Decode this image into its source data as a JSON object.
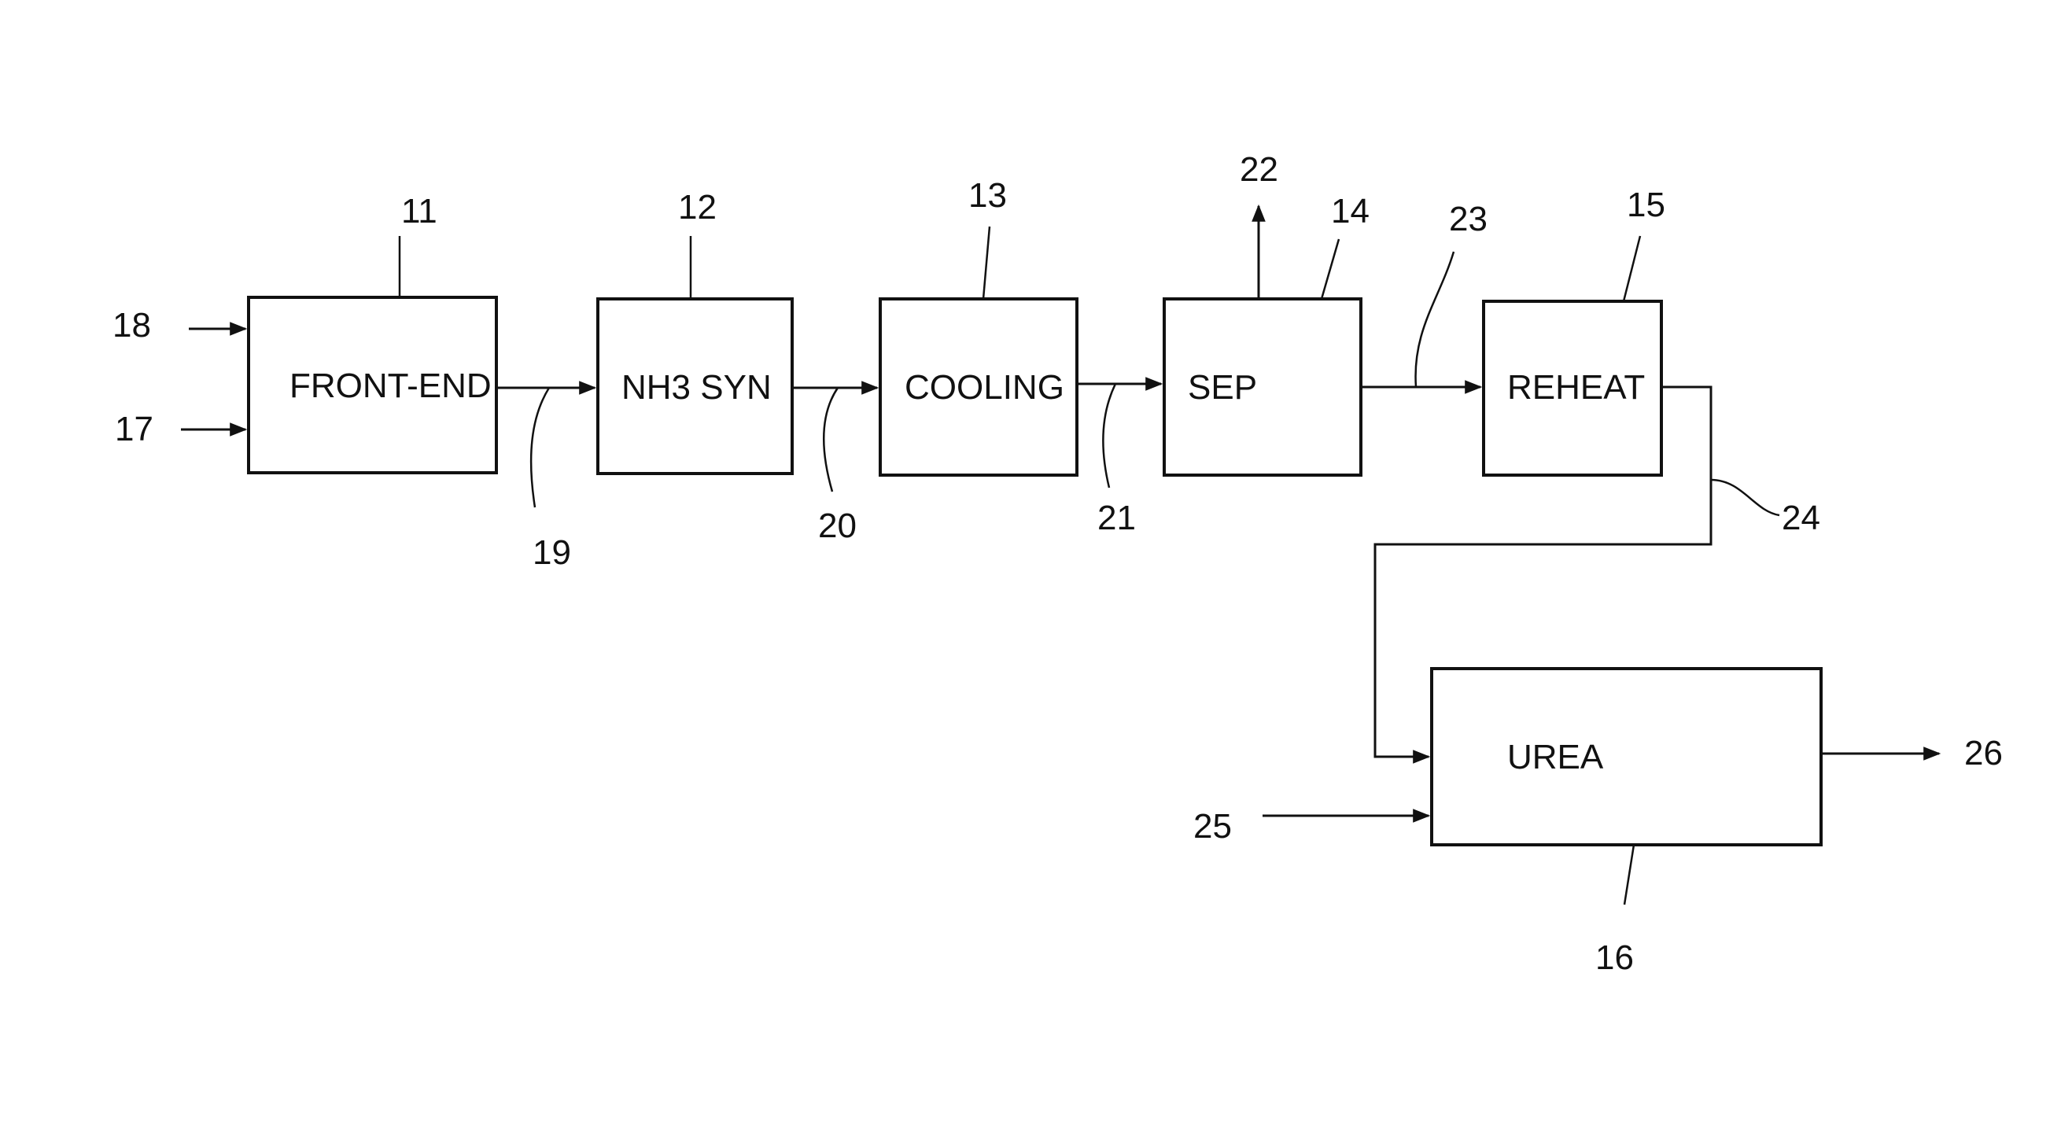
{
  "blocks": {
    "front_end": {
      "label": "FRONT-END",
      "ref": "11"
    },
    "nh3_syn": {
      "label": "NH3 SYN",
      "ref": "12"
    },
    "cooling": {
      "label": "COOLING",
      "ref": "13"
    },
    "sep": {
      "label": "SEP",
      "ref": "14"
    },
    "reheat": {
      "label": "REHEAT",
      "ref": "15"
    },
    "urea": {
      "label": "UREA",
      "ref": "16"
    }
  },
  "streams": {
    "s17": "17",
    "s18": "18",
    "s19": "19",
    "s20": "20",
    "s21": "21",
    "s22": "22",
    "s23": "23",
    "s24": "24",
    "s25": "25",
    "s26": "26"
  },
  "colors": {
    "line": "#111111",
    "background": "#ffffff"
  }
}
